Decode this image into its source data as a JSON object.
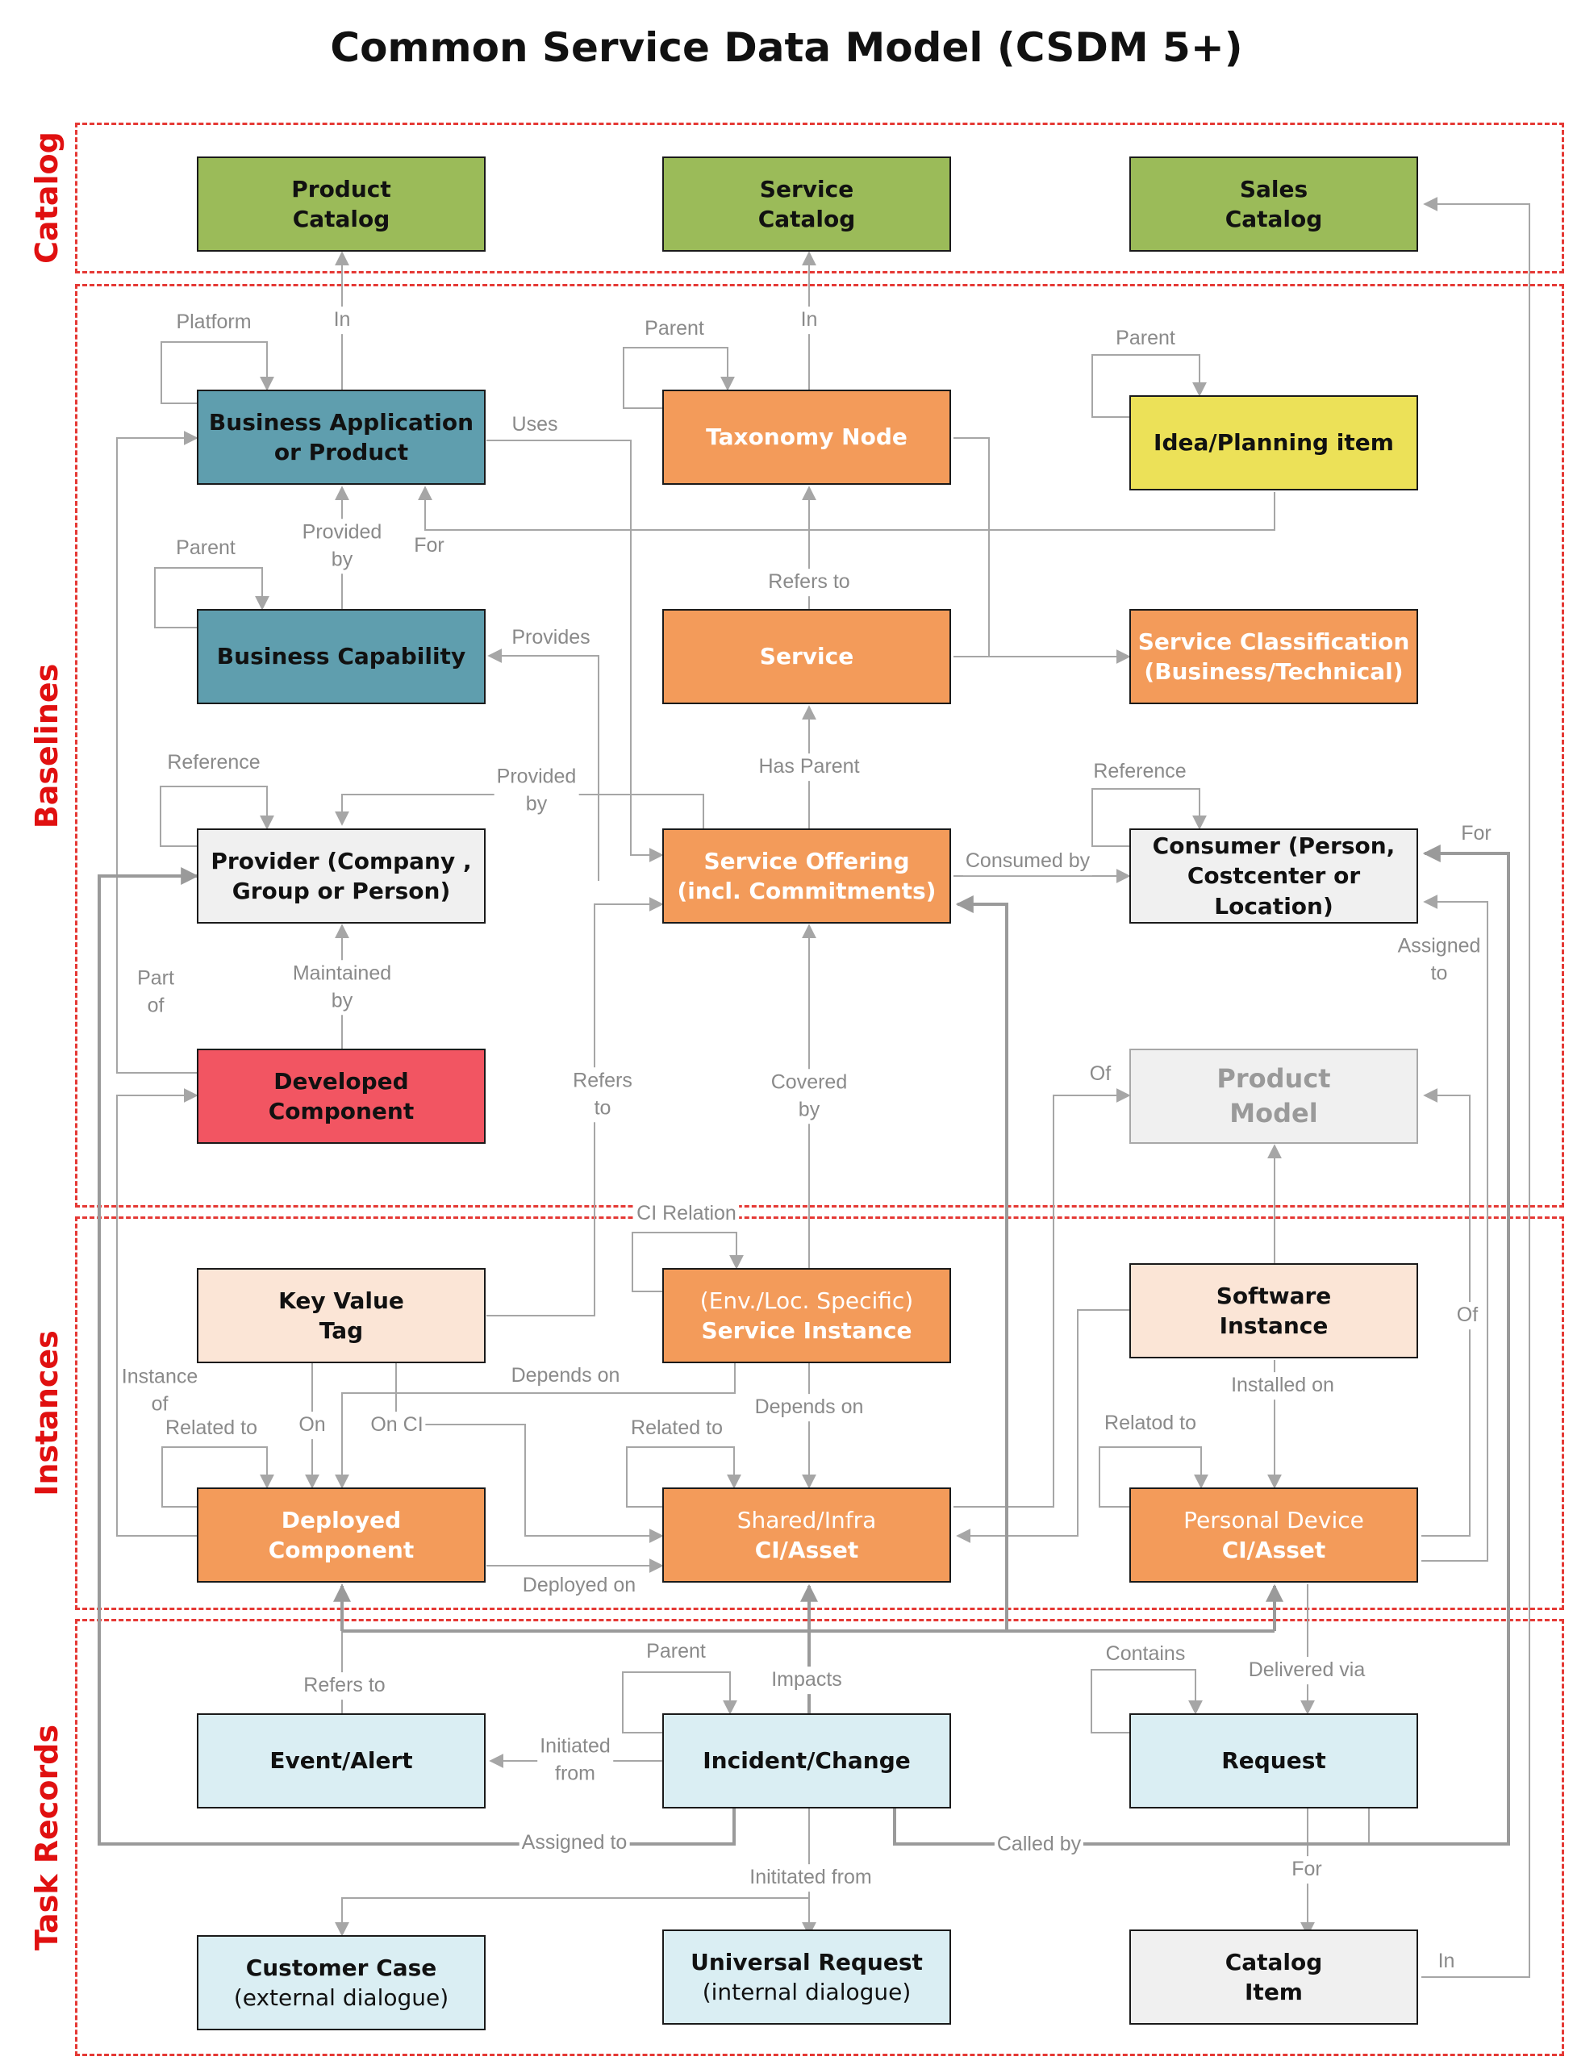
{
  "title": "Common Service Data Model (CSDM 5+)",
  "lanes": {
    "catalog": "Catalog",
    "baselines": "Baselines",
    "instances": "Instances",
    "task_records": "Task Records"
  },
  "boxes": {
    "product_catalog": [
      "Product",
      "Catalog"
    ],
    "service_catalog": [
      "Service",
      "Catalog"
    ],
    "sales_catalog": [
      "Sales",
      "Catalog"
    ],
    "business_application": [
      "Business Application",
      "or Product"
    ],
    "taxonomy_node": [
      "Taxonomy Node"
    ],
    "idea_planning": [
      "Idea/Planning item"
    ],
    "business_capability": [
      "Business Capability"
    ],
    "service": [
      "Service"
    ],
    "service_classification": [
      "Service Classification",
      "(Business/Technical)"
    ],
    "provider": [
      "Provider (Company ,",
      "Group or Person)"
    ],
    "service_offering": [
      "Service Offering",
      "(incl. Commitments)"
    ],
    "consumer": [
      "Consumer (Person,",
      "Costcenter or Location)"
    ],
    "developed_component": [
      "Developed",
      "Component"
    ],
    "product_model": [
      "Product",
      "Model"
    ],
    "key_value_tag": [
      "Key Value",
      "Tag"
    ],
    "service_instance": [
      "(Env./Loc. Specific)",
      "Service Instance"
    ],
    "software_instance": [
      "Software",
      "Instance"
    ],
    "deployed_component": [
      "Deployed",
      "Component"
    ],
    "shared_infra": [
      "Shared/Infra",
      "CI/Asset"
    ],
    "personal_device": [
      "Personal Device",
      "CI/Asset"
    ],
    "event_alert": [
      "Event/Alert"
    ],
    "incident_change": [
      "Incident/Change"
    ],
    "request": [
      "Request"
    ],
    "customer_case": [
      "Customer Case",
      "(external dialogue)"
    ],
    "universal_request": [
      "Universal Request",
      "(internal dialogue)"
    ],
    "catalog_item": [
      "Catalog",
      "Item"
    ]
  },
  "relations": {
    "platform": "Platform",
    "in_1": "In",
    "parent_1": "Parent",
    "in_2": "In",
    "parent_2": "Parent",
    "uses": "Uses",
    "provided_by_1": "Provided\nby",
    "for_1": "For",
    "parent_3": "Parent",
    "refers_to_1": "Refers to",
    "provides": "Provides",
    "reference_1": "Reference",
    "provided_by_2": "Provided\nby",
    "has_parent": "Has Parent",
    "reference_2": "Reference",
    "consumed_by": "Consumed by",
    "for_2": "For",
    "assigned_to_1": "Assigned\nto",
    "part_of": "Part\nof",
    "maintained_by": "Maintained\nby",
    "refers_to_2": "Refers\nto",
    "covered_by": "Covered\nby",
    "of_1": "Of",
    "ci_relation": "CI Relation",
    "of_2": "Of",
    "instance_of": "Instance\nof",
    "depends_on_1": "Depends on",
    "installed_on": "Installed on",
    "related_to_1": "Related to",
    "on": "On",
    "on_ci": "On CI",
    "related_to_2": "Related to",
    "depends_on_2": "Depends on",
    "related_to_3": "Relatod to",
    "deployed_on": "Deployed on",
    "parent_4": "Parent",
    "impacts": "Impacts",
    "contains": "Contains",
    "refers_to_3": "Refers to",
    "delivered_via": "Delivered via",
    "initiated_from": "Initiated\nfrom",
    "assigned_to_2": "Assigned to",
    "called_by": "Called by",
    "for_3": "For",
    "initiated_from_2": "Inititated from",
    "in_3": "In"
  },
  "colors": {
    "catalog_green": "#9bbb59",
    "baseline_blue": "#5f9eae",
    "service_orange": "#f39b5a",
    "idea_yellow": "#ece158",
    "developed_red": "#f25562",
    "instance_peach": "#fbe5d6",
    "task_lightblue": "#daeef3",
    "neutral_grey": "#f0f0f0",
    "lane_border_red": "#e53935",
    "connector_grey": "#a6a6a6"
  }
}
